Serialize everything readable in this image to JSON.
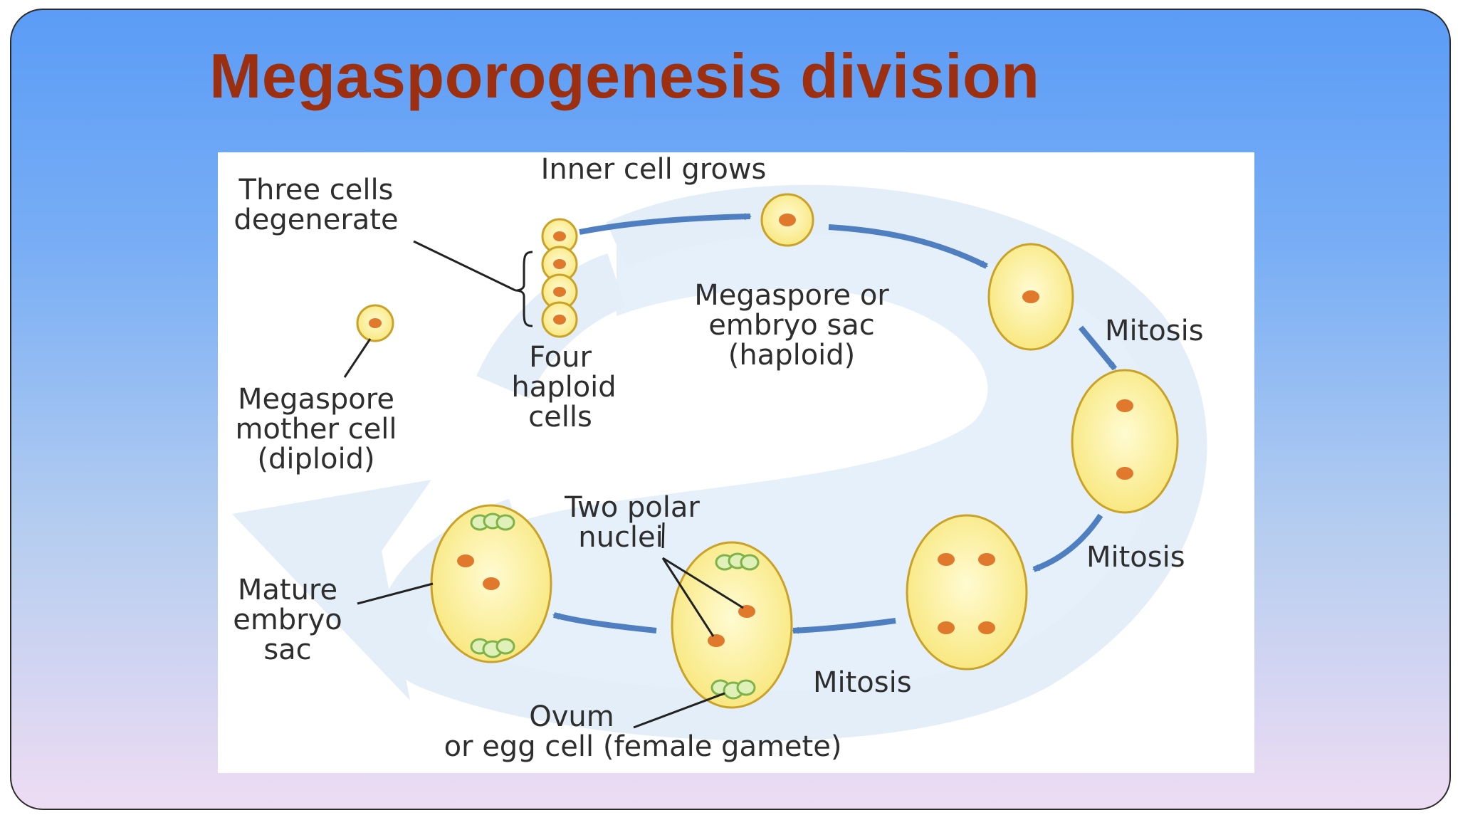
{
  "slide": {
    "title": "Megasporogenesis division"
  },
  "diagram": {
    "labels": {
      "inner_cell_grows": "Inner cell grows",
      "three_cells_degenerate": [
        "Three cells",
        "degenerate"
      ],
      "megaspore_mother_cell": [
        "Megaspore",
        "mother cell",
        "(diploid)"
      ],
      "four_haploid_cells": [
        "Four",
        "haploid",
        "cells"
      ],
      "megaspore_embryo_sac": [
        "Megaspore or",
        "embryo sac",
        "(haploid)"
      ],
      "mitosis_1": "Mitosis",
      "mitosis_2": "Mitosis",
      "mitosis_3": "Mitosis",
      "two_polar_nuclei": [
        "Two polar",
        "nuclei"
      ],
      "mature_embryo_sac": [
        "Mature",
        "embryo",
        "sac"
      ],
      "ovum": [
        "Ovum",
        "or egg cell (female gamete)"
      ]
    },
    "colors": {
      "cell_fill": "#fdf3a3",
      "cell_stroke": "#c9a227",
      "nucleus": "#e0792c",
      "arrow": "#4f7fc0",
      "cycle_band": "#e3eef9",
      "leader_line": "#222222",
      "synergid": "#7fb34a"
    }
  }
}
